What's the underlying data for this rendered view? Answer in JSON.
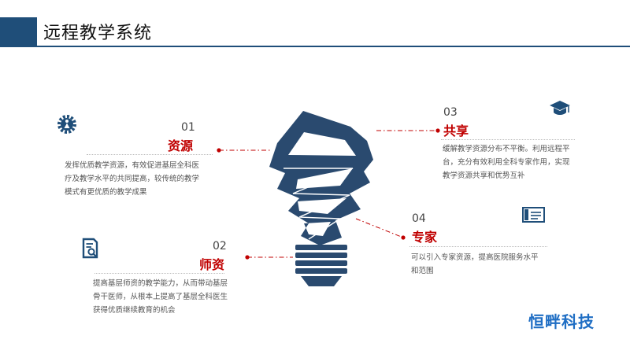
{
  "header": {
    "title": "远程教学系统"
  },
  "items": [
    {
      "number": "01",
      "label": "资源",
      "description": "发挥优质教学资源，有效促进基层全科医疗及教学水平的共同提高，较传统的教学模式有更优质的教学成果"
    },
    {
      "number": "02",
      "label": "师资",
      "description": "提高基层师资的教学能力，从而带动基层骨干医师，从根本上提高了基层全科医生获得优质继续教育的机会"
    },
    {
      "number": "03",
      "label": "共享",
      "description": "缓解教学资源分布不平衡。利用远程平台，充分有效利用全科专家作用，实现教学资源共享和优势互补"
    },
    {
      "number": "04",
      "label": "专家",
      "description": "可以引入专家资源，提高医院服务水平和范围"
    }
  ],
  "brand": {
    "name": "恒畔科技"
  },
  "colors": {
    "navy": "#1f4e79",
    "accent_red": "#c00000",
    "brand_blue": "#1f6ec4"
  },
  "icons": [
    "gear-person-icon",
    "document-search-icon",
    "graduation-cap-icon",
    "certificate-icon"
  ]
}
